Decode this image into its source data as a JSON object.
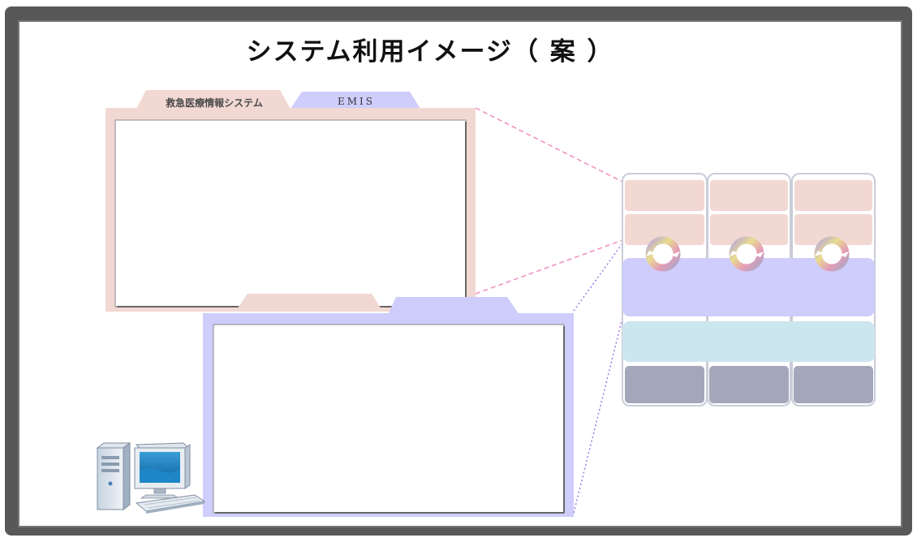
{
  "title": "システム利用イメージ（ 案 ）",
  "tabs": {
    "emergency_system": "救急医療情報システム",
    "emis": "EMIS"
  },
  "colors": {
    "pink_panel": "#f2d8d3",
    "blue_panel": "#cfcdfb",
    "light_blue_layer": "#cce6ee",
    "gray_base": "#a4a7ba",
    "frame": "#585858"
  },
  "server_columns": 3,
  "icons": {
    "computer": "desktop-computer-icon",
    "sync": "sync-cycle-icon"
  }
}
